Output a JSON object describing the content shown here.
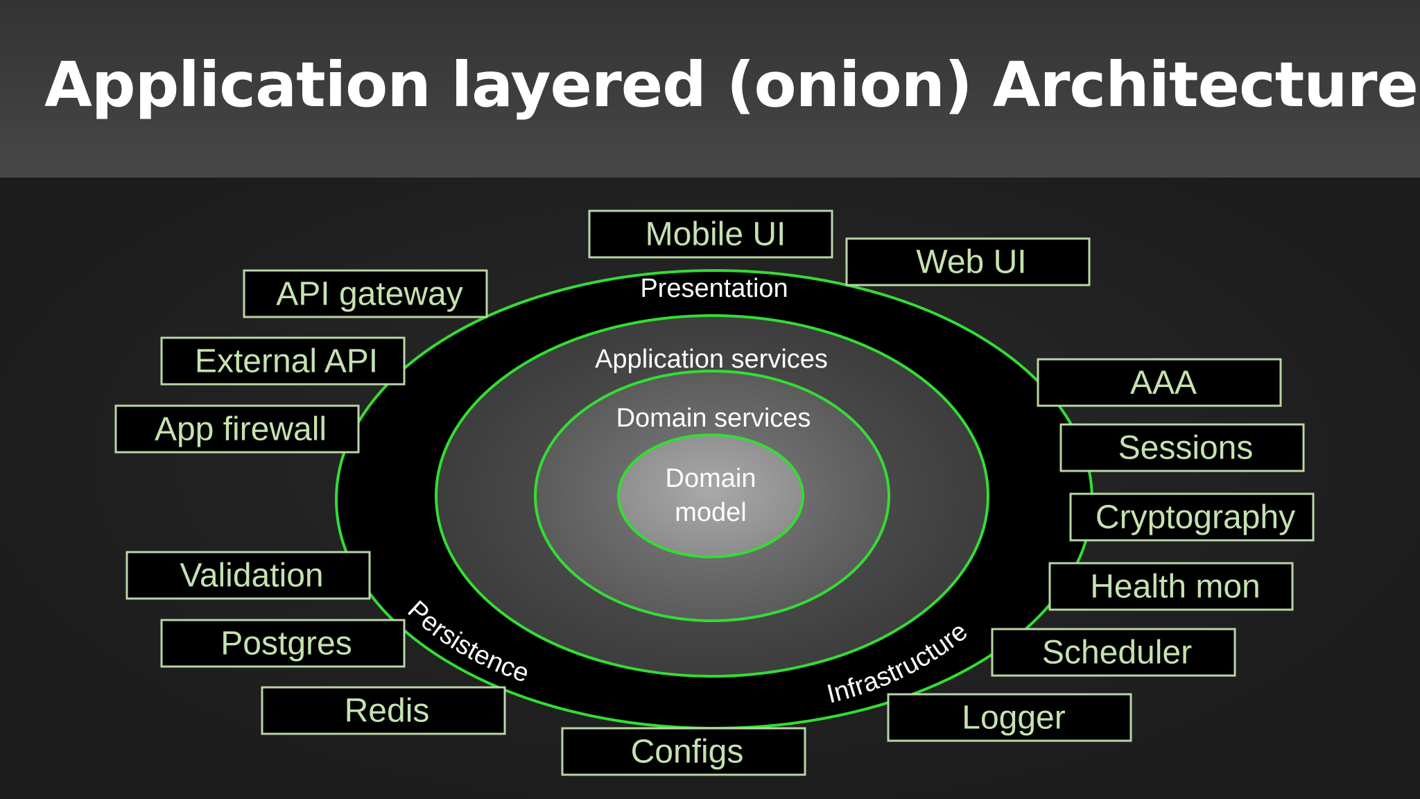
{
  "title": "Application layered (onion) Architecture",
  "rings": {
    "presentation": "Presentation",
    "application_services": "Application services",
    "domain_services": "Domain services",
    "domain_model_line1": "Domain",
    "domain_model_line2": "model"
  },
  "arc_labels": {
    "persistence": "Persistence",
    "infrastructure": "Infrastructure"
  },
  "components": [
    {
      "id": "mobile-ui",
      "label": "Mobile UI"
    },
    {
      "id": "web-ui",
      "label": "Web UI"
    },
    {
      "id": "api-gateway",
      "label": "API gateway"
    },
    {
      "id": "external-api",
      "label": "External API"
    },
    {
      "id": "app-firewall",
      "label": "App firewall"
    },
    {
      "id": "aaa",
      "label": "AAA"
    },
    {
      "id": "sessions",
      "label": "Sessions"
    },
    {
      "id": "cryptography",
      "label": "Cryptography"
    },
    {
      "id": "health-mon",
      "label": "Health mon"
    },
    {
      "id": "scheduler",
      "label": "Scheduler"
    },
    {
      "id": "logger",
      "label": "Logger"
    },
    {
      "id": "validation",
      "label": "Validation"
    },
    {
      "id": "postgres",
      "label": "Postgres"
    },
    {
      "id": "redis",
      "label": "Redis"
    },
    {
      "id": "configs",
      "label": "Configs"
    }
  ],
  "colors": {
    "ring_stroke": "#33dd33",
    "box_border": "#b9d6a6",
    "box_text": "#c5e2b0",
    "box_fill": "#000000"
  }
}
